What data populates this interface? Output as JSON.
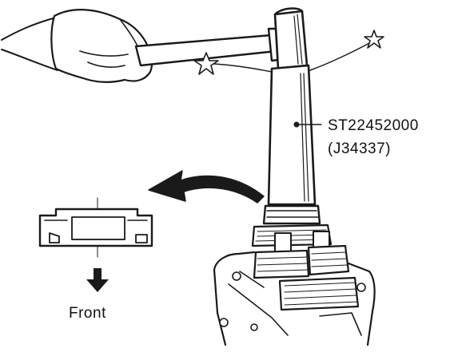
{
  "callout": {
    "tool_number": "ST22452000",
    "alt_tool_number": "(J34337)"
  },
  "inset": {
    "direction_label": "Front"
  },
  "icons": {
    "impact_marks": "star-outline",
    "rotation_arrow": "curved-arrow-left",
    "front_arrow": "arrow-down"
  }
}
